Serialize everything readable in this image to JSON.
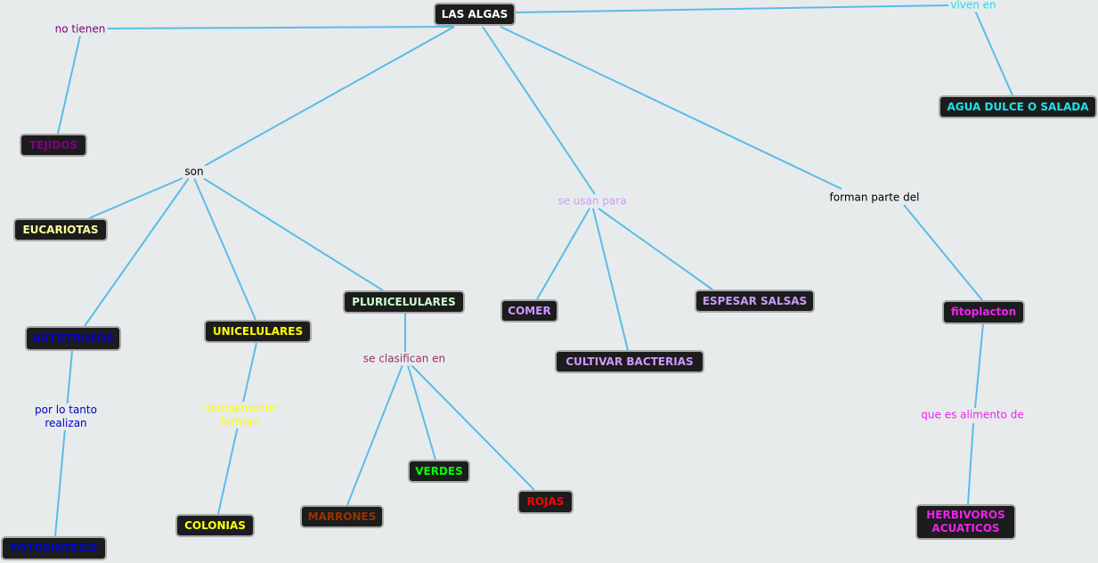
{
  "link_color": "#5bbcea",
  "node_background": "#1c1c1c",
  "nodes": {
    "las_algas": {
      "text": "LAS ALGAS",
      "color": "#ffffff"
    },
    "tejidos": {
      "text": "TEJIDOS",
      "color": "#800080"
    },
    "agua": {
      "text": "AGUA DULCE O SALADA",
      "color": "#1ee0e8"
    },
    "eucariotas": {
      "text": "EUCARIOTAS",
      "color": "#ffff99"
    },
    "autotrofos": {
      "text": "AUTÓTROFOS",
      "color": "#0000cc"
    },
    "unicelulares": {
      "text": "UNICELULARES",
      "color": "#ffff00"
    },
    "pluricelulares": {
      "text": "PLURICELULARES",
      "color": "#ccffcc"
    },
    "comer": {
      "text": "COMER",
      "color": "#cc99ff"
    },
    "cultivar": {
      "text": "CULTIVAR BACTERIAS",
      "color": "#cc99ff"
    },
    "espesar": {
      "text": "ESPESAR SALSAS",
      "color": "#cc99ff"
    },
    "fitoplacton": {
      "text": "fitoplacton",
      "color": "#ee22ee"
    },
    "herbivoros": {
      "text": "HERBIVOROS\nACUATICOS",
      "color": "#ee22ee"
    },
    "colonias": {
      "text": "COLONIAS",
      "color": "#ffff00"
    },
    "fotosintesis": {
      "text": "FOTOSINTESIS",
      "color": "#0000cc"
    },
    "marrones": {
      "text": "MARRONES",
      "color": "#993300"
    },
    "verdes": {
      "text": "VERDES",
      "color": "#00ff00"
    },
    "rojas": {
      "text": "ROJAS",
      "color": "#ff0000"
    }
  },
  "labels": {
    "no_tienen": {
      "text": "no tienen",
      "color": "#800080"
    },
    "viven_en": {
      "text": "viven en",
      "color": "#1ee0e8"
    },
    "son": {
      "text": "son",
      "color": "#000000"
    },
    "se_usan_para": {
      "text": "se usan para",
      "color": "#cc99ff"
    },
    "forman_parte_del": {
      "text": "forman parte del",
      "color": "#000000"
    },
    "se_clasifican_en": {
      "text": "se clasifican en",
      "color": "#993366"
    },
    "por_lo_tanto": {
      "text": "por lo tanto\nrealizan",
      "color": "#0000cc"
    },
    "normalmente": {
      "text": "normalmente\nforman",
      "color": "#ffff00"
    },
    "alimento": {
      "text": "que es alimento de",
      "color": "#ee22ee"
    }
  }
}
